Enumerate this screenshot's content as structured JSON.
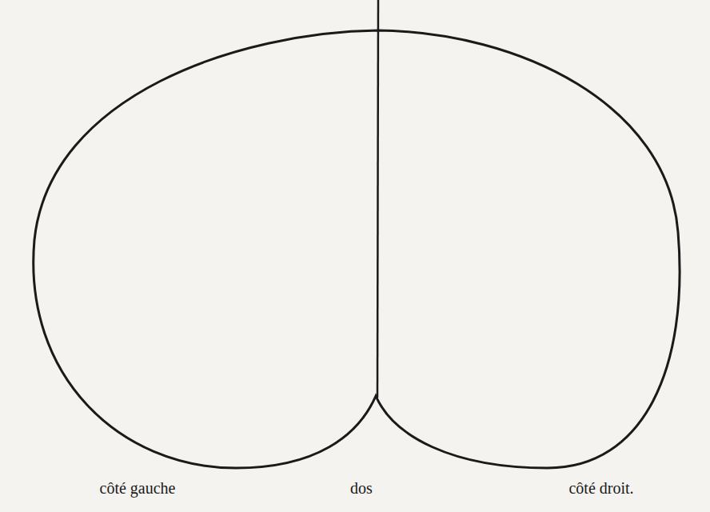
{
  "diagram": {
    "labels": [
      "côté gauche",
      "dos",
      "côté droit."
    ]
  }
}
